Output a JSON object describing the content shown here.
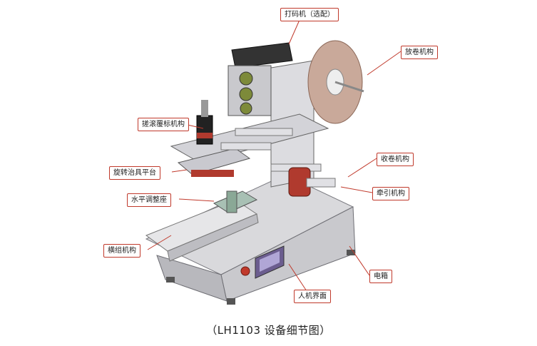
{
  "labels": {
    "printer": "打码机（选配）",
    "unwind": "放卷机构",
    "roller": "搓滚覆标机构",
    "rewind": "收卷机构",
    "fixture": "旋转治具平台",
    "pull": "牵引机构",
    "level": "水平调整座",
    "lateral": "横组机构",
    "cabinet": "电箱",
    "hmi": "人机界面"
  },
  "caption": "（LH1103 设备细节图）",
  "colors": {
    "leader": "#c0392b"
  }
}
